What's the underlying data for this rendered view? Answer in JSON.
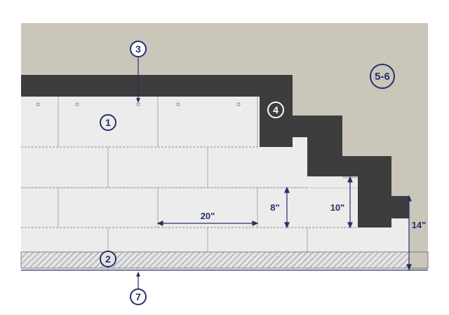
{
  "colors": {
    "background": "#ffffff",
    "wall": "#cbc6ba",
    "flashing": "#3d3d3e",
    "tile_face": "#ececec",
    "tile_line": "#a9a9a9",
    "dashed_line": "#8c8c8c",
    "callout": "#25306a",
    "hatch_fill": "#e4e4e4",
    "hatch_line": "#6b6b6b"
  },
  "callouts": {
    "c1": "1",
    "c2": "2",
    "c3": "3",
    "c4": "4",
    "c56": "5-6",
    "c7": "7"
  },
  "dimensions": {
    "tile_length": "20\"",
    "exposure": "8\"",
    "tile_height": "10\"",
    "overlap": "14\""
  }
}
